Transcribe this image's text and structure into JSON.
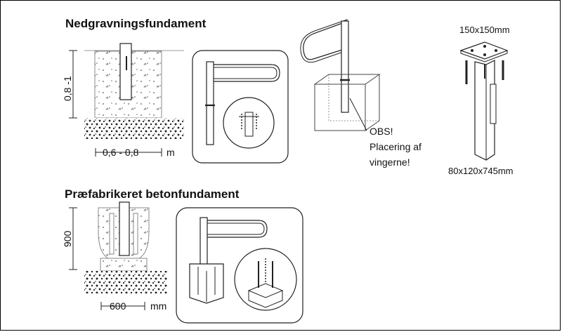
{
  "sections": {
    "top_heading": "Nedgravningsfundament",
    "bottom_heading": "Præfabrikeret betonfundament"
  },
  "dimensions": {
    "top_depth": "0,8 -1",
    "top_width": "0,6 - 0,8",
    "top_unit": "m",
    "bottom_height": "900",
    "bottom_width": "600",
    "bottom_unit": "mm"
  },
  "plate": {
    "size": "150x150mm",
    "post_size": "80x120x745mm"
  },
  "note": {
    "line1": "OBS!",
    "line2": "Placering af",
    "line3": "vingerne!"
  }
}
